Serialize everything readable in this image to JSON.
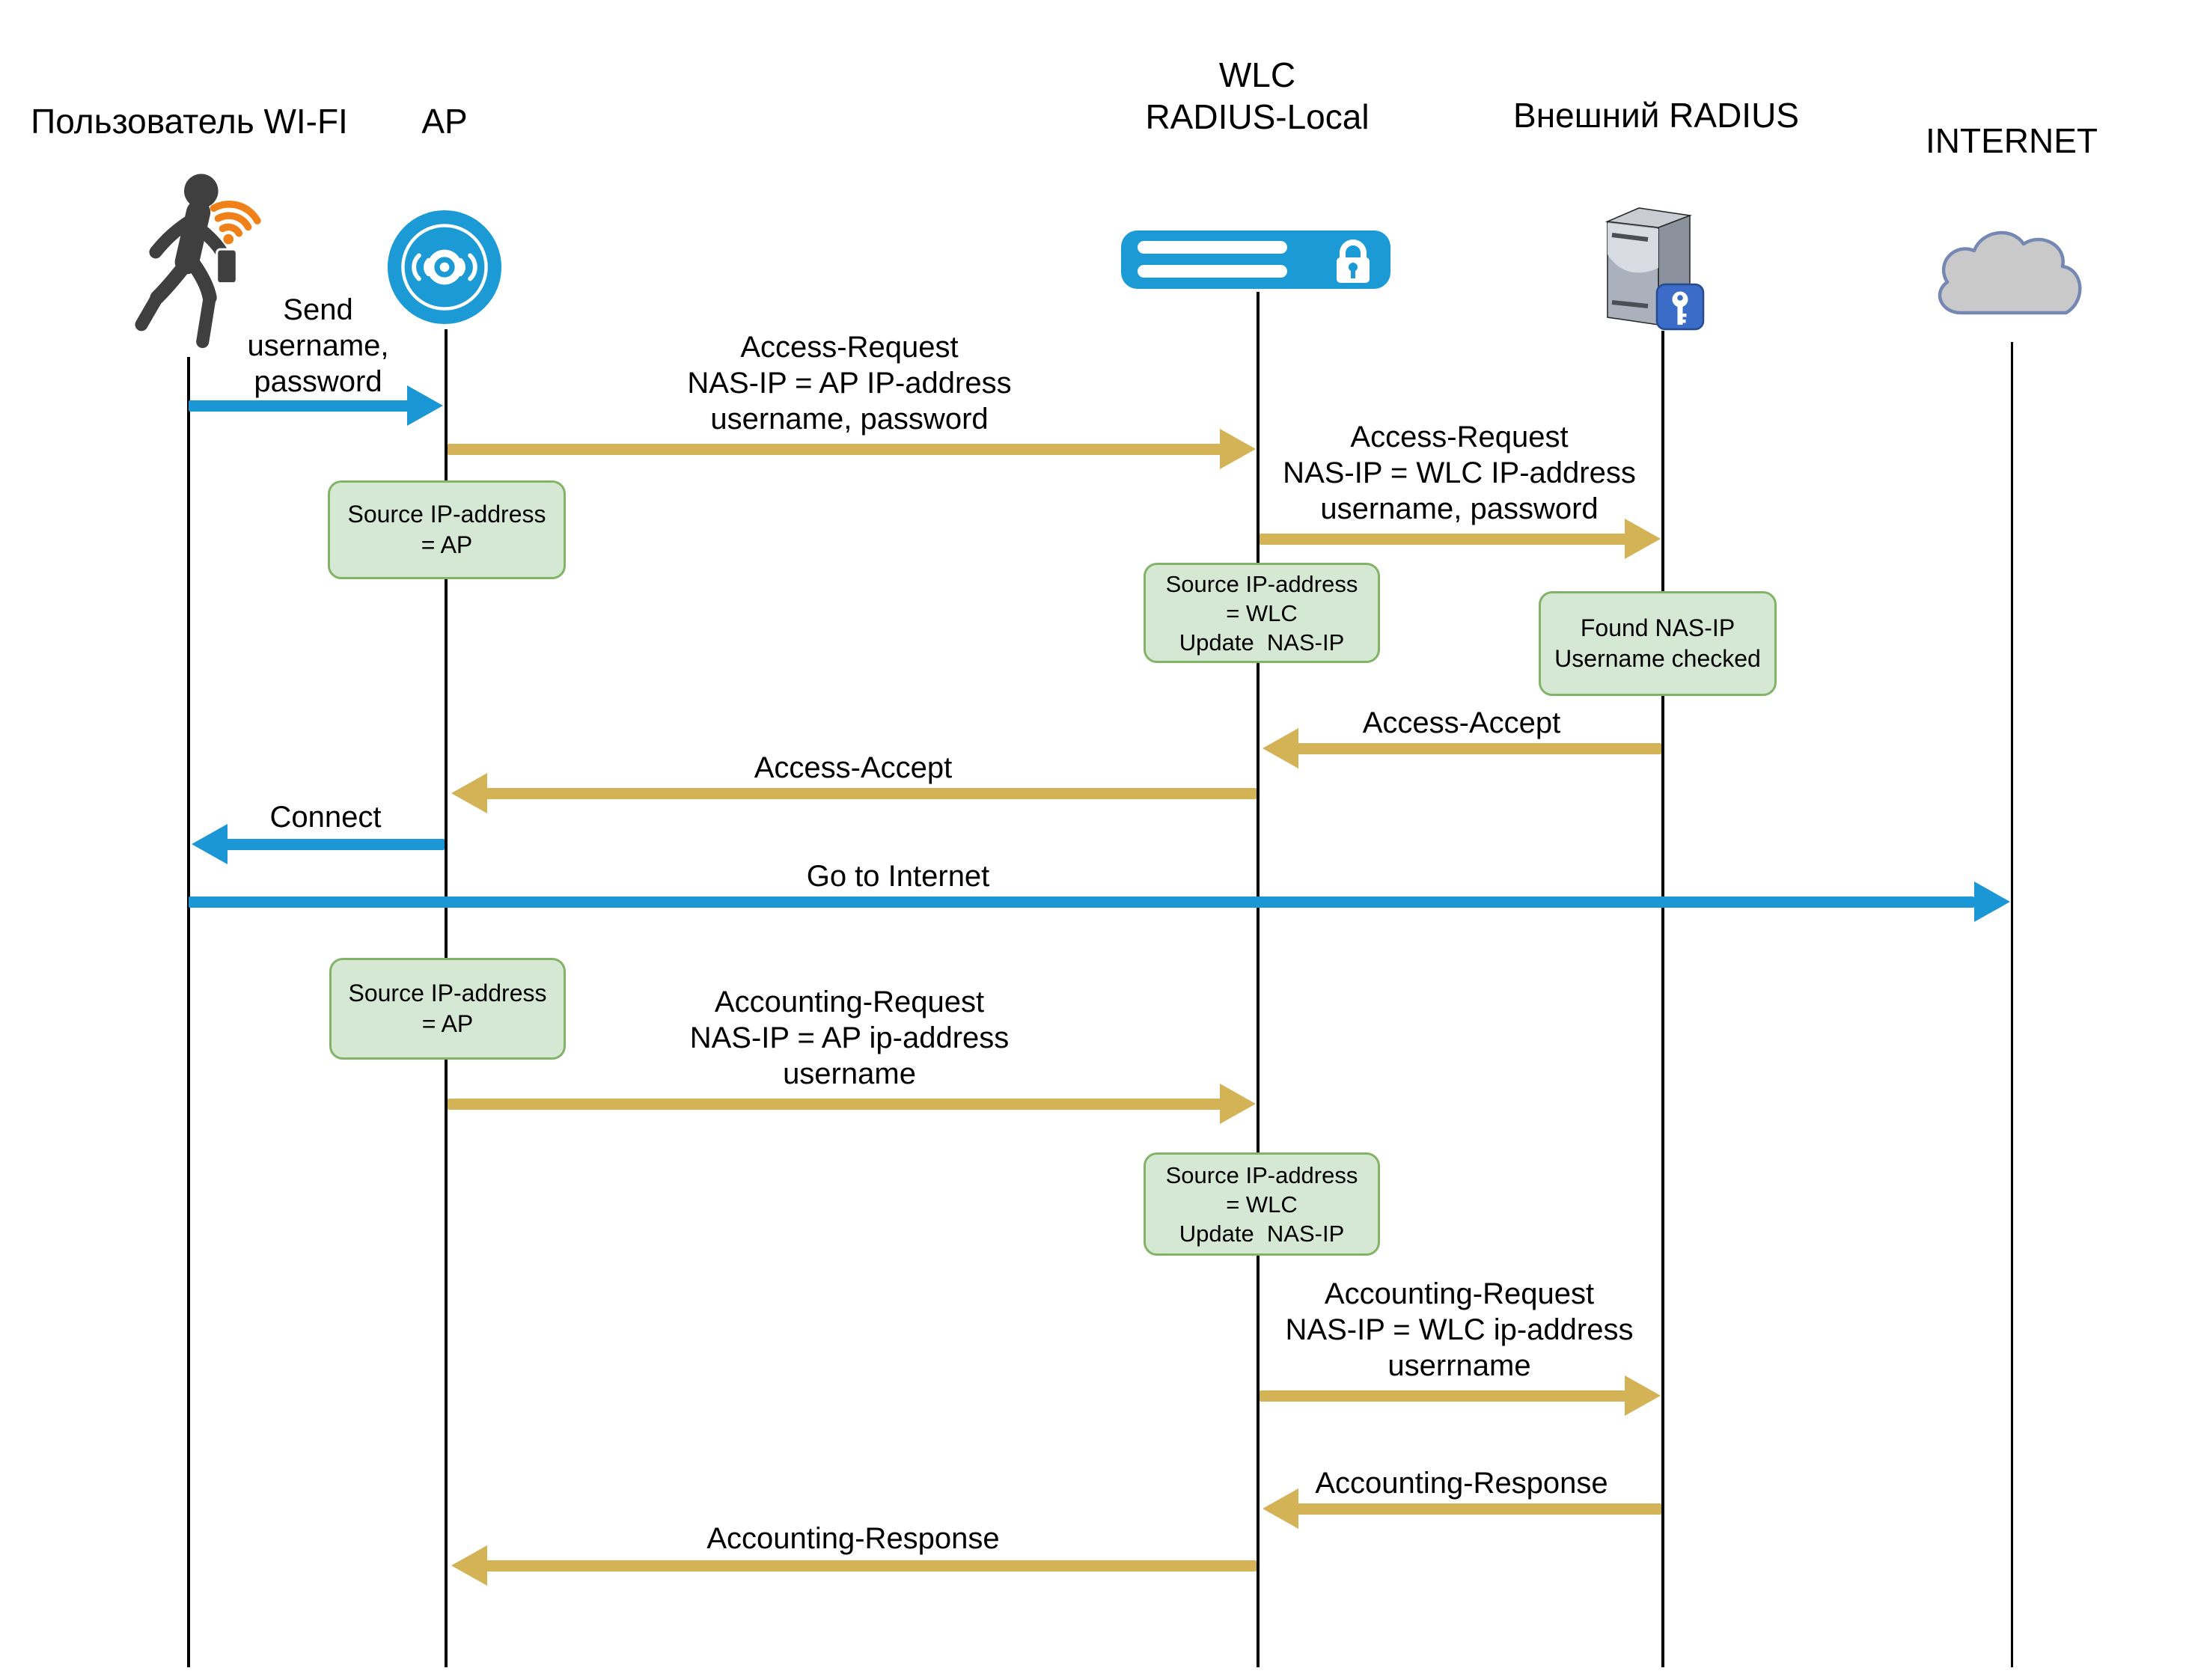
{
  "actors": {
    "user": {
      "label": "Пользователь WI-FI"
    },
    "ap": {
      "label": "AP"
    },
    "wlc": {
      "label_line1": "WLC",
      "label_line2": "RADIUS-Local"
    },
    "radius": {
      "label": "Внешний RADIUS"
    },
    "internet": {
      "label": "INTERNET"
    }
  },
  "messages": [
    {
      "id": "send-credentials",
      "from": "user",
      "to": "ap",
      "color": "#1b97d5",
      "lines": [
        "Send",
        "username,",
        "password"
      ]
    },
    {
      "id": "access-request-ap",
      "from": "ap",
      "to": "wlc",
      "color": "#d4b357",
      "lines": [
        "Access-Request",
        "NAS-IP = AP IP-address",
        "username, password"
      ]
    },
    {
      "id": "access-request-wlc",
      "from": "wlc",
      "to": "radius",
      "color": "#d4b357",
      "lines": [
        "Access-Request",
        "NAS-IP = WLC IP-address",
        "username, password"
      ]
    },
    {
      "id": "access-accept-radius",
      "from": "radius",
      "to": "wlc",
      "color": "#d4b357",
      "lines": [
        "Access-Accept"
      ]
    },
    {
      "id": "access-accept-wlc",
      "from": "wlc",
      "to": "ap",
      "color": "#d4b357",
      "lines": [
        "Access-Accept"
      ]
    },
    {
      "id": "connect",
      "from": "ap",
      "to": "user",
      "color": "#1b97d5",
      "lines": [
        "Connect"
      ]
    },
    {
      "id": "go-to-internet",
      "from": "user",
      "to": "internet",
      "color": "#1b97d5",
      "lines": [
        "Go to Internet"
      ]
    },
    {
      "id": "accounting-request-ap",
      "from": "ap",
      "to": "wlc",
      "color": "#d4b357",
      "lines": [
        "Accounting-Request",
        "NAS-IP = AP ip-address",
        "username"
      ]
    },
    {
      "id": "accounting-request-wlc",
      "from": "wlc",
      "to": "radius",
      "color": "#d4b357",
      "lines": [
        "Accounting-Request",
        "NAS-IP = WLC ip-address",
        "userrname"
      ]
    },
    {
      "id": "accounting-response-radius",
      "from": "radius",
      "to": "wlc",
      "color": "#d4b357",
      "lines": [
        "Accounting-Response"
      ]
    },
    {
      "id": "accounting-response-wlc",
      "from": "wlc",
      "to": "ap",
      "color": "#d4b357",
      "lines": [
        "Accounting-Response"
      ]
    }
  ],
  "notes": [
    {
      "id": "note-ap-1",
      "on": "ap",
      "lines": [
        "Source IP-address",
        "= AP"
      ]
    },
    {
      "id": "note-wlc-1",
      "on": "wlc",
      "lines": [
        "Source IP-address",
        "= WLC",
        "Update  NAS-IP"
      ]
    },
    {
      "id": "note-radius",
      "on": "radius",
      "lines": [
        "Found NAS-IP",
        "Username checked"
      ]
    },
    {
      "id": "note-ap-2",
      "on": "ap",
      "lines": [
        "Source IP-address",
        "= AP"
      ]
    },
    {
      "id": "note-wlc-2",
      "on": "wlc",
      "lines": [
        "Source IP-address",
        "= WLC",
        "Update  NAS-IP"
      ]
    }
  ],
  "colors": {
    "arrow_blue": "#1b97d5",
    "arrow_gold": "#d4b357",
    "note_fill": "#d5e8d4",
    "note_border": "#82b366",
    "icon_blue": "#1b9ad6",
    "wifi_orange": "#f08019",
    "person_gray": "#3f3f3f",
    "cloud_fill": "#c9c9c9",
    "cloud_border": "#7588b3"
  }
}
